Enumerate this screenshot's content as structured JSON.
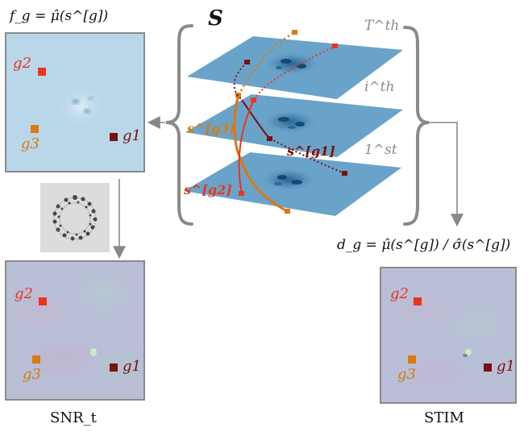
{
  "colors": {
    "g1": "#7a1010",
    "g2": "#e8341c",
    "g3": "#d9790f",
    "arrow": "#888888",
    "brace": "#8a8a8a",
    "layer": "#6aa3c9"
  },
  "formulas": {
    "fg": "f_g = μ̂(s^[g])",
    "dg": "d_g = μ̂(s^[g]) / σ̂(s^[g])"
  },
  "stack": {
    "symbol": "S",
    "layer_labels": [
      "T^th",
      "i^th",
      "1^st"
    ],
    "series_labels": [
      "s^[g3]",
      "s^[g1]",
      "s^[g2]"
    ]
  },
  "points": {
    "g1": "g1",
    "g2": "g2",
    "g3": "g3"
  },
  "captions": {
    "snr": "SNR_t",
    "stim": "STIM"
  },
  "icons": {
    "ring": "dotted-ring-pattern-icon"
  }
}
